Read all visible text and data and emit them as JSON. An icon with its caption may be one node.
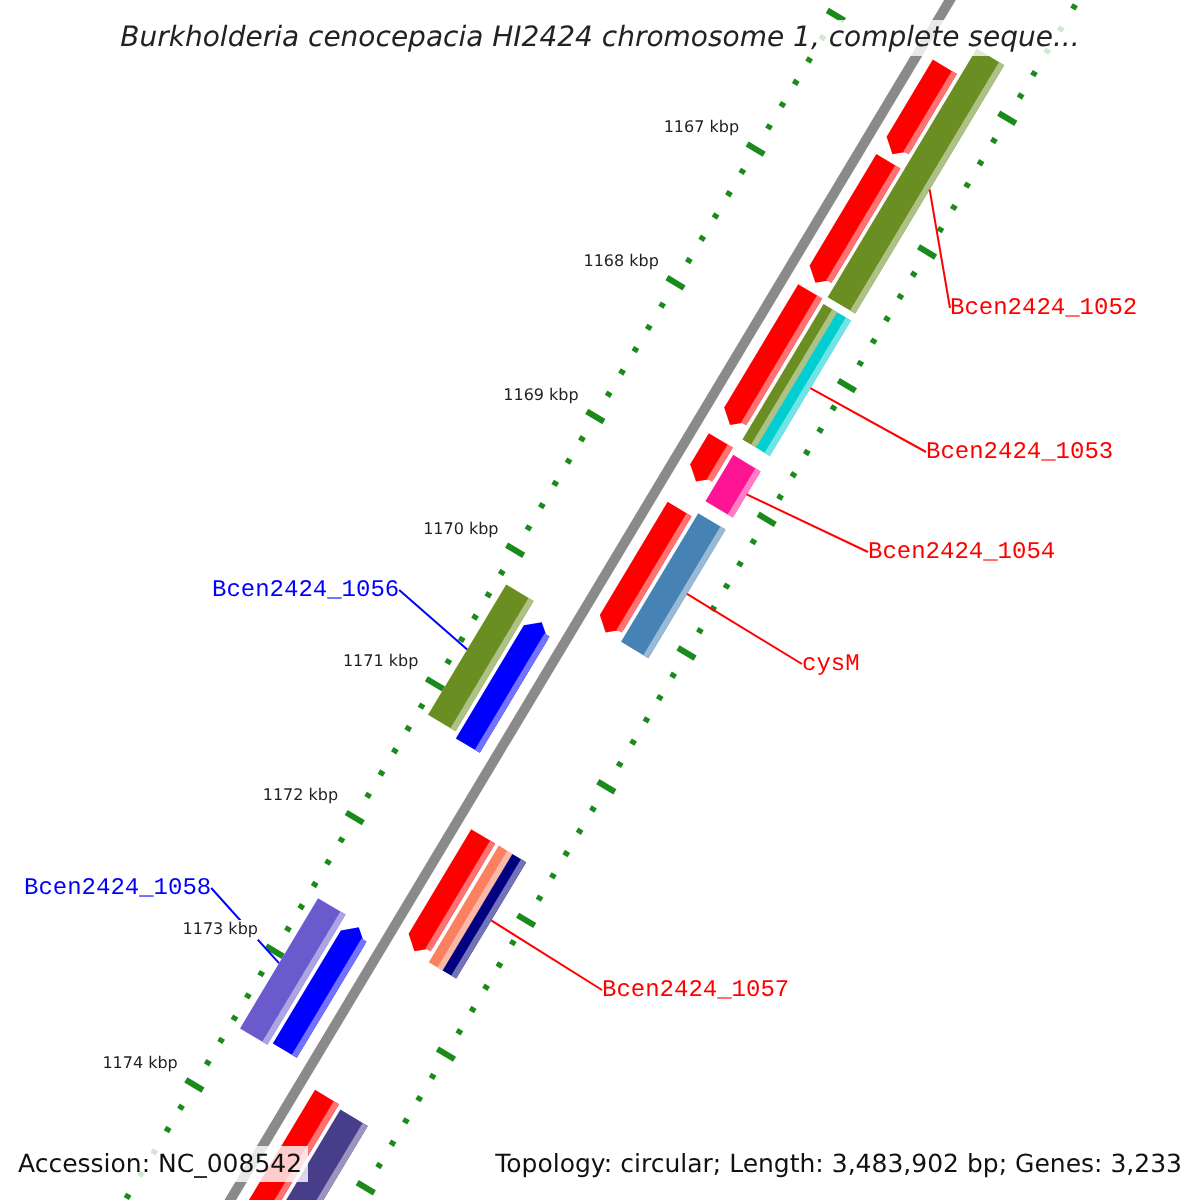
{
  "diagram": {
    "title": "Burkholderia cenocepacia HI2424 chromosome 1, complete seque...",
    "nodes": [
      {
        "text": [
          "Bcen2424_1052"
        ]
      },
      {
        "text": [],
        "shape": "bar"
      },
      {
        "text": [
          "Bcen2424_1053"
        ]
      },
      {
        "text": [],
        "shape": "bar"
      },
      {
        "text": [
          "Bcen2424_1054"
        ]
      },
      {
        "text": [],
        "shape": "bar"
      },
      {
        "text": [
          "cysM"
        ]
      },
      {
        "text": [],
        "shape": "bar"
      },
      {
        "text": [
          "Bcen2424_1056"
        ]
      },
      {
        "text": [],
        "shape": "bar"
      },
      {
        "text": [
          "Bcen2424_1058"
        ]
      },
      {
        "text": [],
        "shape": "bar"
      },
      {
        "text": [
          "Bcen2424_1057"
        ]
      },
      {
        "text": [],
        "shape": "bar"
      }
    ],
    "edges": [
      {
        "from": 0,
        "to": 1,
        "arrow": "none"
      },
      {
        "from": 2,
        "to": 3,
        "arrow": "none"
      },
      {
        "from": 4,
        "to": 5,
        "arrow": "none"
      },
      {
        "from": 6,
        "to": 7,
        "arrow": "none"
      },
      {
        "from": 8,
        "to": 9,
        "arrow": "none",
        "color": "#0000ff"
      },
      {
        "from": 10,
        "to": 11,
        "arrow": "none",
        "color": "#0000ff"
      },
      {
        "from": 12,
        "to": 13,
        "arrow": "none"
      }
    ],
    "labels": [
      "1167 kbp",
      "1168 kbp",
      "1169 kbp",
      "1170 kbp",
      "1171 kbp",
      "1172 kbp",
      "1173 kbp",
      "1174 kbp",
      "Accession: NC_008542",
      "Topology: circular; Length: 3,483,902 bp; Genes: 3,233"
    ]
  }
}
